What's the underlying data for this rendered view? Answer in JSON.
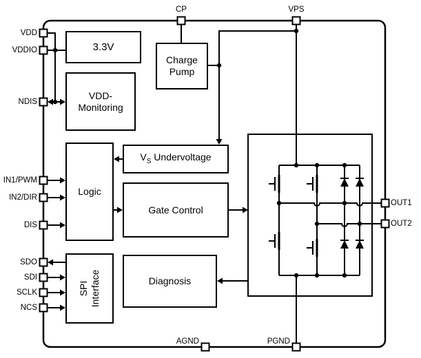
{
  "pins": {
    "left": [
      "VDD",
      "VDDIO",
      "NDIS",
      "IN1/PWM",
      "IN2/DIR",
      "DIS",
      "SDO",
      "SDI",
      "SCLK",
      "NCS"
    ],
    "top": [
      "CP",
      "VPS"
    ],
    "right": [
      "OUT1",
      "OUT2"
    ],
    "bottom": [
      "AGND",
      "PGND"
    ]
  },
  "blocks": {
    "v33": "3.3V",
    "charge_pump": "Charge\nPump",
    "vdd_monitoring": "VDD-\nMonitoring",
    "logic": "Logic",
    "vs_undervoltage": {
      "v": "V",
      "sub": "S",
      "rest": " Undervoltage"
    },
    "gate_control": "Gate Control",
    "diagnosis": "Diagnosis",
    "spi_interface": "SPI\nInterface"
  },
  "icons": {
    "mosfet": "nmos-transistor-symbol",
    "diode": "diode-symbol",
    "junction": "filled-dot",
    "arrow": "filled-triangle-arrowhead"
  },
  "colors": {
    "line": "#000000",
    "background": "#ffffff"
  }
}
